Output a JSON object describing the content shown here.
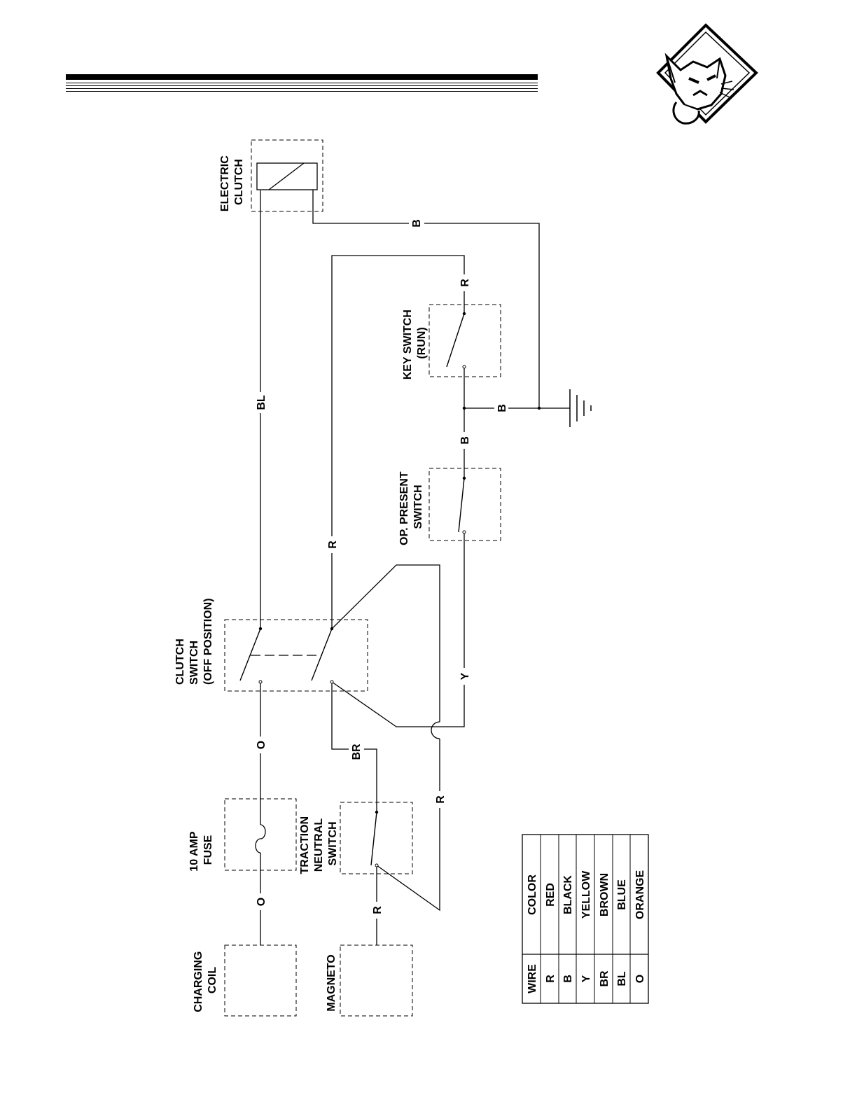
{
  "components": {
    "charging_coil": [
      "CHARGING",
      "COIL"
    ],
    "magneto": "MAGNETO",
    "fuse": [
      "10 AMP",
      "FUSE"
    ],
    "traction_neutral_switch": [
      "TRACTION",
      "NEUTRAL",
      "SWITCH"
    ],
    "clutch_switch": [
      "CLUTCH",
      "SWITCH",
      "(OFF POSITION)"
    ],
    "op_present_switch": [
      "OP. PRESENT",
      "SWITCH"
    ],
    "key_switch": [
      "KEY SWITCH",
      "(RUN)"
    ],
    "electric_clutch": [
      "ELECTRIC",
      "CLUTCH"
    ]
  },
  "wire_labels": {
    "o_left": "O",
    "o_right": "O",
    "r_magneto": "R",
    "br": "BR",
    "r_lower": "R",
    "r_upper": "R",
    "bl": "BL",
    "y": "Y",
    "b_op": "B",
    "b_ground": "B",
    "r_key": "R",
    "b_clutch": "B"
  },
  "legend": {
    "header": [
      "WIRE",
      "COLOR"
    ],
    "rows": [
      [
        "R",
        "RED"
      ],
      [
        "B",
        "BLACK"
      ],
      [
        "Y",
        "YELLOW"
      ],
      [
        "BR",
        "BROWN"
      ],
      [
        "BL",
        "BLUE"
      ],
      [
        "O",
        "ORANGE"
      ]
    ]
  },
  "logo_icon": "cat-head-diamond-icon"
}
